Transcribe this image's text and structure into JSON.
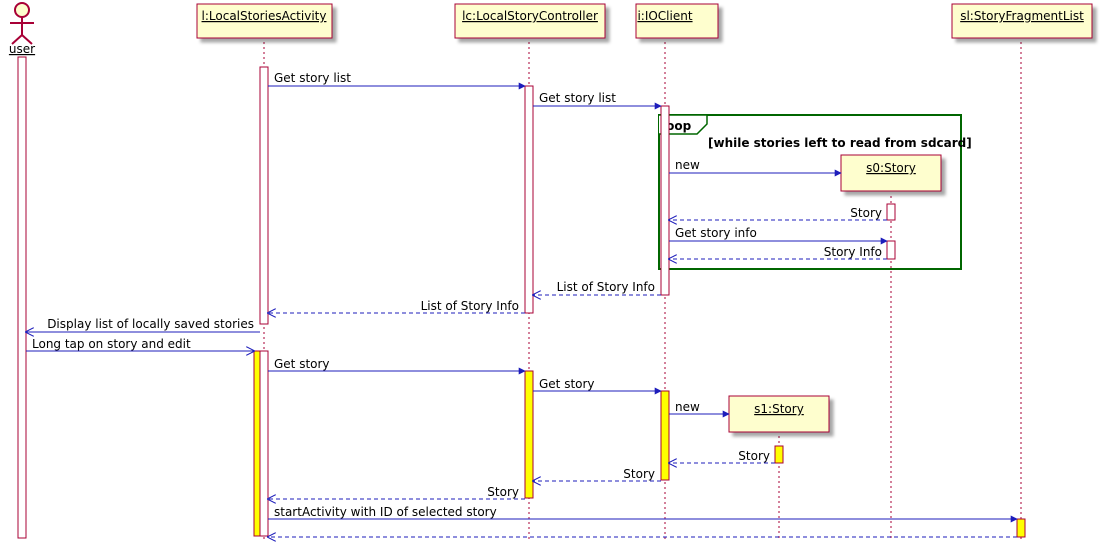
{
  "actor": {
    "name": "user"
  },
  "participants": [
    {
      "id": "activity",
      "label": "l:LocalStoriesActivity"
    },
    {
      "id": "controller",
      "label": "lc:LocalStoryController"
    },
    {
      "id": "ioclient",
      "label": "i:IOClient"
    },
    {
      "id": "fragment",
      "label": "sl:StoryFragmentList"
    }
  ],
  "created_objects": [
    {
      "id": "s0",
      "label": "s0:Story"
    },
    {
      "id": "s1",
      "label": "s1:Story"
    }
  ],
  "loop": {
    "keyword": "loop",
    "guard": "[while stories left to read from sdcard]"
  },
  "messages": [
    {
      "id": "m1",
      "text": "Get story list",
      "kind": "sync"
    },
    {
      "id": "m2",
      "text": "Get story list",
      "kind": "sync"
    },
    {
      "id": "m3",
      "text": "new",
      "kind": "create"
    },
    {
      "id": "m4",
      "text": "Story",
      "kind": "return"
    },
    {
      "id": "m5",
      "text": "Get story info",
      "kind": "sync"
    },
    {
      "id": "m6",
      "text": "Story Info",
      "kind": "return"
    },
    {
      "id": "m7",
      "text": "List of Story Info",
      "kind": "return"
    },
    {
      "id": "m8",
      "text": "List of Story Info",
      "kind": "return"
    },
    {
      "id": "m9",
      "text": "Display list of locally saved stories",
      "kind": "async"
    },
    {
      "id": "m10",
      "text": "Long tap on story and edit",
      "kind": "async"
    },
    {
      "id": "m11",
      "text": "Get story",
      "kind": "sync"
    },
    {
      "id": "m12",
      "text": "Get story",
      "kind": "sync"
    },
    {
      "id": "m13",
      "text": "new",
      "kind": "create"
    },
    {
      "id": "m14",
      "text": "Story",
      "kind": "return"
    },
    {
      "id": "m15",
      "text": "Story",
      "kind": "return"
    },
    {
      "id": "m16",
      "text": "Story",
      "kind": "return"
    },
    {
      "id": "m17",
      "text": "startActivity with ID of selected story",
      "kind": "sync"
    },
    {
      "id": "m18",
      "text": "",
      "kind": "return"
    }
  ],
  "colors": {
    "participant_fill": "#fefece",
    "participant_border": "#a80036",
    "activation_fill": "#ffffff",
    "activation_highlight": "#ffff00",
    "message_line": "#1d1dbb",
    "loop_border": "#006600"
  }
}
